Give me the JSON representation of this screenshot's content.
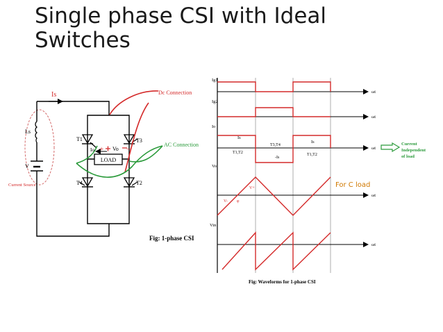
{
  "slide": {
    "title_line1": "Single phase CSI with Ideal",
    "title_line2": "Switches"
  },
  "circuit": {
    "source_current_label": "Is",
    "inductor_label": "Ls",
    "voltage_label": "V",
    "source_caption": "Current Source",
    "dc_connection_label": "Dc Connection",
    "ac_connection_label": "AC Connection",
    "load_label": "LOAD",
    "vo_label": "Vo",
    "io_label": "Io",
    "plus_sign": "+",
    "minus_sign": "−",
    "thyristors": [
      "T1",
      "T2",
      "T3",
      "T4"
    ],
    "figure_caption": "Fig: 1-phase CSI",
    "colors": {
      "wire": "#000000",
      "dc_connection": "#d42a2a",
      "ac_connection": "#2a9a3a",
      "source_highlight": "#d46a6a"
    }
  },
  "waveforms": {
    "axis_unit": "ωt",
    "trace_labels": {
      "ig13": "Ig1",
      "ig24": "Ig2",
      "io": "Io",
      "vo": "Vo",
      "vin": "Vin"
    },
    "io_annotations": {
      "positive_left": "Is",
      "positive_right": "Is",
      "negative": "-Is",
      "pair_t1t2_left": "T1,T2",
      "pair_t3t4": "T3,T4",
      "pair_t1t2_right": "T1,T2"
    },
    "vo_annotations": {
      "vplus": "V+",
      "vminus": "V-",
      "phi": "φ"
    },
    "current_note": "Current Independent of load",
    "load_note": "For C load",
    "figure_caption": "Fig: Waveforms for 1-phase CSI",
    "colors": {
      "trace": "#d42a2a",
      "axis": "#000000",
      "note": "#2a9a3a",
      "load_note": "#d07800"
    }
  }
}
